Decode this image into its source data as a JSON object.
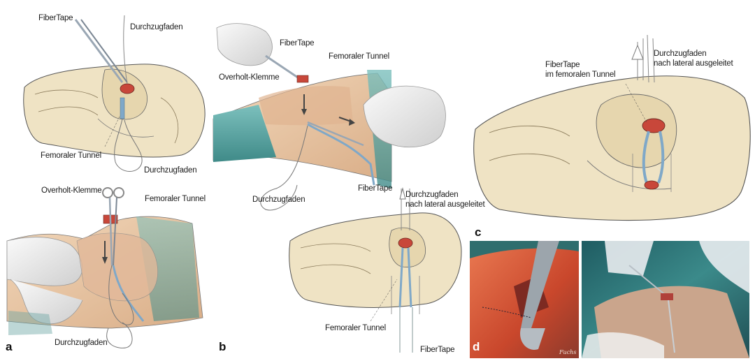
{
  "panels": {
    "a": {
      "letter": "a",
      "top_labels": {
        "fibertape": "FiberTape",
        "durchzugfaden_top": "Durchzugfaden",
        "femoraler_tunnel": "Femoraler Tunnel",
        "durchzugfaden_bottom": "Durchzugfaden"
      },
      "bottom_labels": {
        "overholt": "Overholt-Klemme",
        "femoraler_tunnel": "Femoraler Tunnel",
        "durchzugfaden": "Durchzugfaden"
      }
    },
    "b": {
      "letter": "b",
      "top_labels": {
        "overholt": "Overholt-Klemme",
        "fibertape_top": "FiberTape",
        "femoraler_tunnel": "Femoraler Tunnel",
        "fibertape_right": "FiberTape",
        "durchzugfaden": "Durchzugfaden"
      },
      "bottom_labels": {
        "durchzugfaden": "Durchzugfaden",
        "ausgeleitet": "nach lateral ausgeleitet",
        "femoraler_tunnel": "Femoraler Tunnel",
        "fibertape": "FiberTape"
      }
    },
    "c": {
      "letter": "c",
      "labels": {
        "fibertape": "FiberTape",
        "im_tunnel": "im femoralen Tunnel",
        "durchzugfaden": "Durchzugfaden",
        "ausgeleitet": "nach lateral ausgeleitet"
      }
    },
    "d": {
      "letter": "d",
      "signature": "Fuchs"
    }
  },
  "colors": {
    "bone": "#efe3c4",
    "bone_shadow": "#d9c9a0",
    "outline": "#555555",
    "skin": "#e9c9a8",
    "drape": "#5fa5a3",
    "instrument": "#9aa7b4",
    "glove": "#ececec",
    "tape": "#7fa8c8",
    "wound": "#c8473a",
    "photo1_bg": "#d25a37",
    "photo2_bg": "#2f6e6e"
  }
}
